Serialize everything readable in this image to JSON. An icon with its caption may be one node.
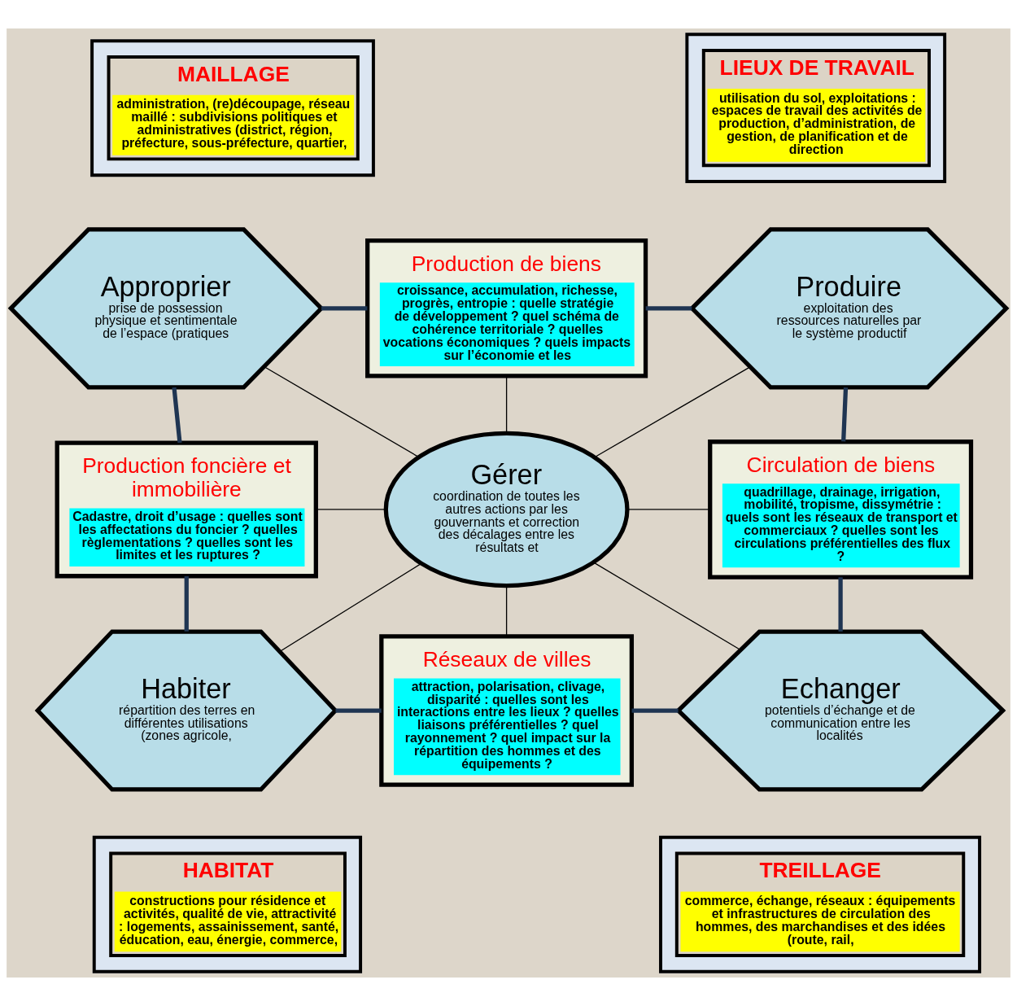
{
  "diagram": {
    "nodes": [
      {
        "text": [
          "MAILLAGE",
          "administration, (re)découpage, réseau maillé : subdivisions politiques et administratives (district, région, préfecture, sous-préfecture, quartier,"
        ]
      },
      {
        "text": [
          "LIEUX DE TRAVAIL",
          "utilisation du sol, exploitations : espaces de travail des activités de production, d’administration, de gestion, de planification et de direction"
        ]
      },
      {
        "text": [
          "Approprier",
          "prise de possession physique et sentimentale de l’espace (pratiques"
        ]
      },
      {
        "text": [
          "Production de biens",
          "croissance, accumulation, richesse, progrès, entropie : quelle stratégie de développement ? quel schéma de cohérence territoriale ? quelles vocations économiques ? quels impacts sur l’économie et les"
        ]
      },
      {
        "text": [
          "Produire",
          "exploitation des ressources naturelles par le système productif"
        ]
      },
      {
        "text": [
          "Production foncière et immobilière",
          "Cadastre, droit d’usage : quelles sont les affectations du foncier ? quelles règlementations ? quelles sont les limites et les ruptures ?"
        ]
      },
      {
        "text": [
          "Gérer",
          "coordination de toutes les autres actions par les gouvernants et correction des décalages entre les résultats et"
        ]
      },
      {
        "text": [
          "Circulation de biens",
          "quadrillage, drainage, irrigation, mobilité, tropisme, dissymétrie : quels sont les réseaux de transport et commerciaux ? quelles sont les circulations préférentielles des flux ?"
        ]
      },
      {
        "text": [
          "Habiter",
          "répartition des terres en différentes utilisations (zones agricole,"
        ]
      },
      {
        "text": [
          "Réseaux de villes",
          "attraction, polarisation, clivage, disparité : quelles sont les interactions entre les lieux ? quelles liaisons préférentielles ? quel rayonnement ? quel impact sur la répartition des hommes et des équipements ?"
        ]
      },
      {
        "text": [
          "Echanger",
          "potentiels d’échange et de communication entre les localités"
        ]
      },
      {
        "text": [
          "HABITAT",
          "constructions pour résidence et activités, qualité de vie, attractivité : logements, assainissement, santé, éducation, eau, énergie, commerce,"
        ]
      },
      {
        "text": [
          "TREILLAGE",
          "commerce, échange, réseaux : équipements et infrastructures de circulation des hommes, des marchandises et des idées (route, rail,"
        ]
      }
    ],
    "edges": [
      {
        "from": 2,
        "to": 3,
        "arrow": "none",
        "style": "thick",
        "color": "#1f3552"
      },
      {
        "from": 3,
        "to": 4,
        "arrow": "none",
        "style": "thick",
        "color": "#1f3552"
      },
      {
        "from": 4,
        "to": 7,
        "arrow": "none",
        "style": "thick",
        "color": "#1f3552"
      },
      {
        "from": 7,
        "to": 10,
        "arrow": "none",
        "style": "thick",
        "color": "#1f3552"
      },
      {
        "from": 9,
        "to": 10,
        "arrow": "none",
        "style": "thick",
        "color": "#1f3552"
      },
      {
        "from": 8,
        "to": 9,
        "arrow": "none",
        "style": "thick",
        "color": "#1f3552"
      },
      {
        "from": 5,
        "to": 8,
        "arrow": "none",
        "style": "thick",
        "color": "#1f3552"
      },
      {
        "from": 2,
        "to": 5,
        "arrow": "none",
        "style": "thick",
        "color": "#1f3552"
      },
      {
        "from": 2,
        "to": 6,
        "arrow": "none"
      },
      {
        "from": 3,
        "to": 6,
        "arrow": "none"
      },
      {
        "from": 4,
        "to": 6,
        "arrow": "none"
      },
      {
        "from": 5,
        "to": 6,
        "arrow": "none"
      },
      {
        "from": 6,
        "to": 7,
        "arrow": "none"
      },
      {
        "from": 6,
        "to": 8,
        "arrow": "none"
      },
      {
        "from": 6,
        "to": 9,
        "arrow": "none"
      },
      {
        "from": 6,
        "to": 10,
        "arrow": "none"
      }
    ]
  }
}
